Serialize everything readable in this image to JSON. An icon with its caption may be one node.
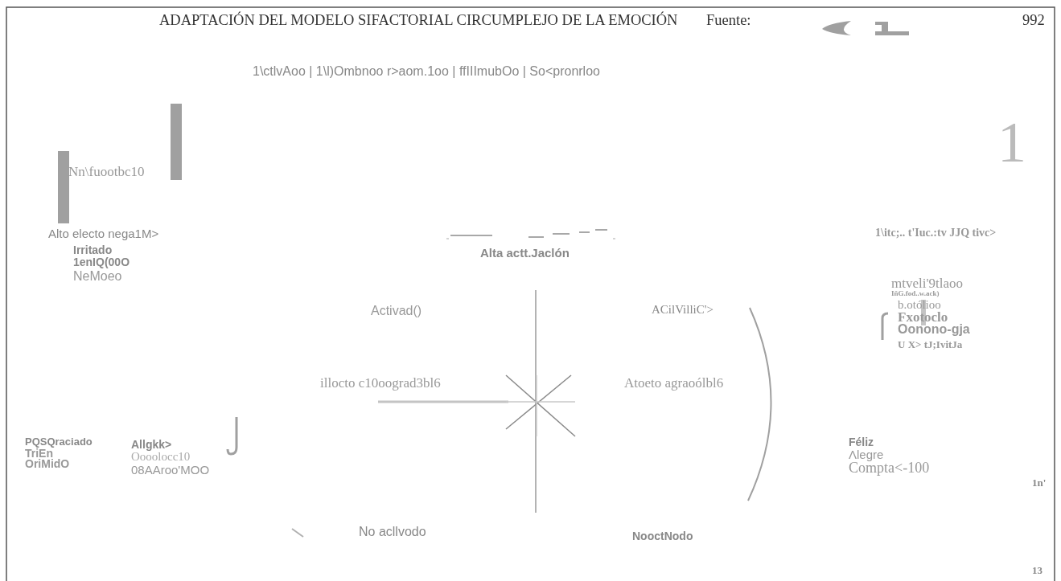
{
  "diagram": {
    "title": "ADAPTACIÓN DEL MODELO SIFACTORIAL CIRCUMPLEJO DE LA EMOCIÓN",
    "nodes": [
      {
        "text": [],
        "shape": "bar"
      },
      {
        "text": [],
        "shape": "bar"
      }
    ],
    "labels": [
      "Fuente:",
      "992",
      "1\\ctlvAoo | 1\\l)Ombnoo   r>aom.1oo | ffIIImubOo | So<pronrloo",
      "1",
      "Nn\\fuootbc10",
      "Alto electo nega1M>",
      "Irritado",
      "1enIQ(00O",
      "NeMoeo",
      "Alta actt.Jaclón",
      "1\\itc;.. t'Iuc.:tv JJQ tivc>",
      "mtveli'9tlaoo",
      "IñG.fod..w.ack)",
      "b.otólioo",
      "Fxotoclo",
      "Oonono-gja",
      "U X> tJ;IvitJa",
      "Activad()",
      "ACilVilliC'>",
      "illocto c10oograd3bl6",
      "Atoeto agraoólbl6",
      "PQSQraciado",
      "TriEn",
      "OriMidO",
      "Allgkk>",
      "Oooolocc10",
      "08AAroo'MOO",
      "Féliz",
      "Λlegre",
      "Compta<-100",
      "No acllvodo",
      "NooctNodo",
      "1n'",
      "13"
    ]
  }
}
